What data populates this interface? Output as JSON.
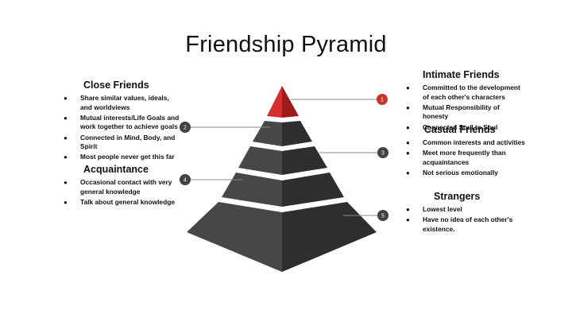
{
  "title": "Friendship Pyramid",
  "levels": [
    {
      "number": "1",
      "heading": "Intimate Friends",
      "bullets": [
        "Committed to the development of each other's characters",
        "Mutual Responsibility of honesty",
        "Connected Soul to Soul"
      ]
    },
    {
      "number": "2",
      "heading": "Close Friends",
      "bullets": [
        "Share similar values, ideals, and worldviews",
        "Mutual interests/Life Goals and work together to achieve goals",
        "Connected in Mind, Body, and Spirit",
        "Most people never get this far"
      ]
    },
    {
      "number": "3",
      "heading": "Casual Friends",
      "bullets": [
        "Common interests and activities",
        "Meet more frequently than acquaintances",
        "Not serious emotionally"
      ]
    },
    {
      "number": "4",
      "heading": "Acquaintance",
      "bullets": [
        "Occasional contact with very general knowledge",
        "Talk about general knowledge"
      ]
    },
    {
      "number": "5",
      "heading": "Strangers",
      "bullets": [
        "Lowest level",
        "Have no idea of each other's existence."
      ]
    }
  ],
  "colors": {
    "apex": "#c62828",
    "tier_dark": "#3a3a3a",
    "tier_light": "#5a5a5a",
    "marker": "#424242",
    "marker_highlight": "#c0392b"
  }
}
